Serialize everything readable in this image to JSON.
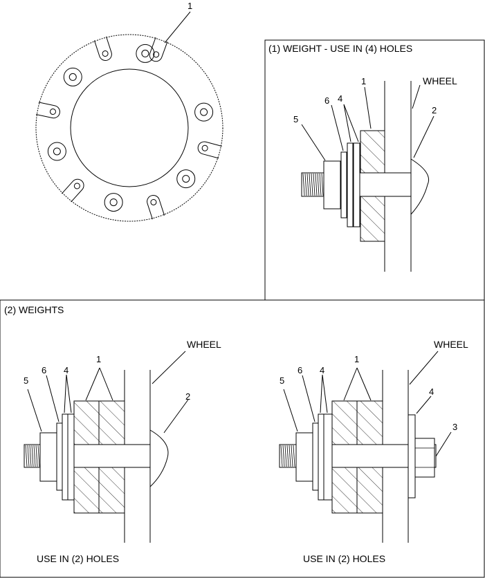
{
  "top_view": {
    "callout": "1"
  },
  "panel_one": {
    "title": "(1) WEIGHT - USE IN (4) HOLES",
    "wheel_label": "WHEEL",
    "callouts": {
      "p1": "1",
      "p2": "2",
      "p4": "4",
      "p5": "5",
      "p6": "6"
    }
  },
  "panel_two": {
    "title": "(2) WEIGHTS",
    "left": {
      "wheel_label": "WHEEL",
      "caption": "USE IN (2) HOLES",
      "callouts": {
        "p1": "1",
        "p2": "2",
        "p4": "4",
        "p5": "5",
        "p6": "6"
      }
    },
    "right": {
      "wheel_label": "WHEEL",
      "caption": "USE IN (2) HOLES",
      "callouts": {
        "p1": "1",
        "p3": "3",
        "p4": "4",
        "p4b": "4",
        "p5": "5",
        "p6": "6"
      }
    }
  }
}
